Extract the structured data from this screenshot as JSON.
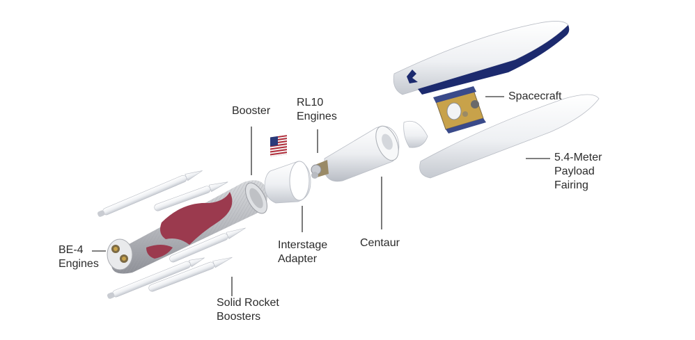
{
  "labels": {
    "booster": "Booster",
    "rl10": "RL10\nEngines",
    "spacecraft": "Spacecraft",
    "fairing": "5.4-Meter\nPayload\nFairing",
    "be4": "BE-4\nEngines",
    "interstage": "Interstage\nAdapter",
    "centaur": "Centaur",
    "srb": "Solid Rocket\nBoosters"
  },
  "colors": {
    "body_white": "#f2f3f5",
    "body_shadow": "#c9ccd2",
    "booster_grey": "#b9bbc0",
    "booster_red": "#9b3a4e",
    "fairing_blue": "#1c2a6e",
    "flag_red": "#b02a37",
    "flag_blue": "#2a3a7a",
    "gold": "#c8a24a",
    "leader": "#333333"
  },
  "icons": {
    "fairing_logo": "ula-swoosh-logo",
    "flag": "american-flag"
  }
}
